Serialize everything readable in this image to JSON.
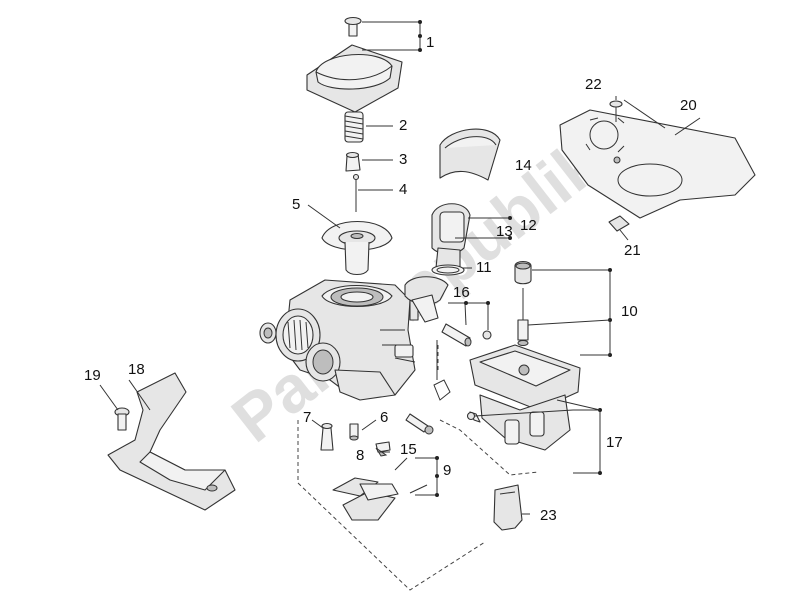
{
  "diagram": {
    "watermark": "PartsRepublik",
    "callouts": [
      {
        "id": "c1",
        "label": "1"
      },
      {
        "id": "c2",
        "label": "2"
      },
      {
        "id": "c3",
        "label": "3"
      },
      {
        "id": "c4",
        "label": "4"
      },
      {
        "id": "c5",
        "label": "5"
      },
      {
        "id": "c6",
        "label": "6"
      },
      {
        "id": "c7",
        "label": "7"
      },
      {
        "id": "c8",
        "label": "8"
      },
      {
        "id": "c9",
        "label": "9"
      },
      {
        "id": "c10",
        "label": "10"
      },
      {
        "id": "c11",
        "label": "11"
      },
      {
        "id": "c12",
        "label": "12"
      },
      {
        "id": "c13",
        "label": "13"
      },
      {
        "id": "c14",
        "label": "14"
      },
      {
        "id": "c15",
        "label": "15"
      },
      {
        "id": "c16",
        "label": "16"
      },
      {
        "id": "c17",
        "label": "17"
      },
      {
        "id": "c18",
        "label": "18"
      },
      {
        "id": "c19",
        "label": "19"
      },
      {
        "id": "c20",
        "label": "20"
      },
      {
        "id": "c21",
        "label": "21"
      },
      {
        "id": "c22",
        "label": "22"
      },
      {
        "id": "c23",
        "label": "23"
      }
    ]
  }
}
